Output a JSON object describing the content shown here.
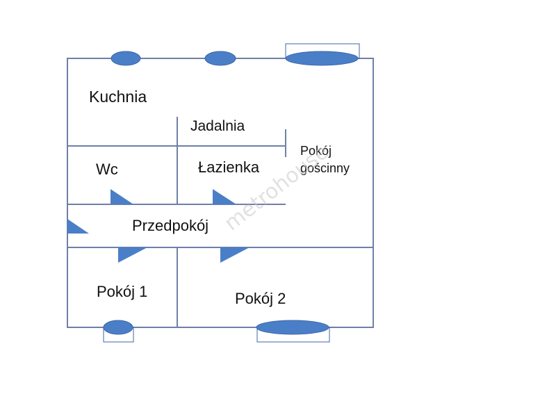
{
  "floorplan": {
    "rooms": {
      "kuchnia": "Kuchnia",
      "jadalnia": "Jadalnia",
      "wc": "Wc",
      "lazienka": "Łazienka",
      "pokoj_goscinny_line1": "Pokój",
      "pokoj_goscinny_line2": "gościnny",
      "przedpokoj": "Przedpokój",
      "pokoj_1": "Pokój 1",
      "pokoj_2": "Pokój 2"
    },
    "watermark": "metrohouse",
    "colors": {
      "wall": "#6f7fa7",
      "window_fill": "#4a7fc8",
      "window_stroke": "#3c66a8",
      "door_marker": "#4a7fc8",
      "text": "#111111"
    }
  }
}
